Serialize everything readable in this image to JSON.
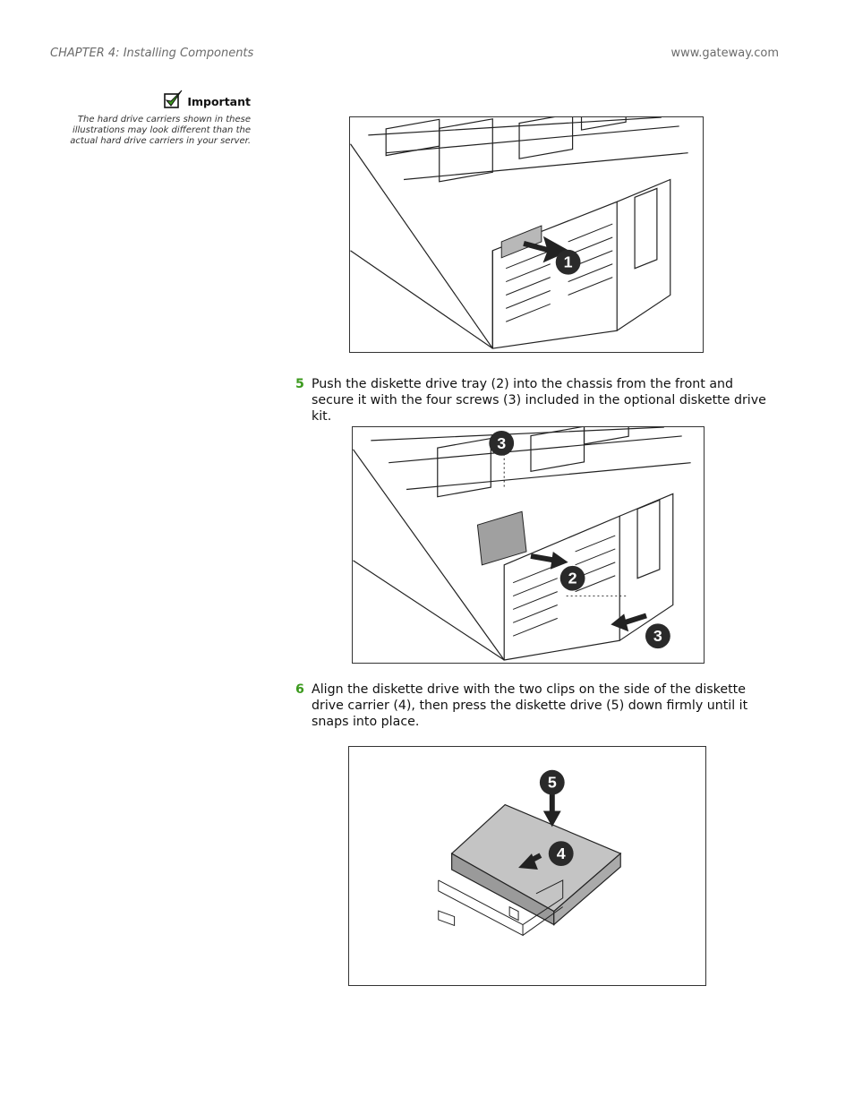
{
  "header": {
    "chapter": "CHAPTER 4: Installing Components",
    "website": "www.gateway.com"
  },
  "note": {
    "title": "Important",
    "body": "The hard drive carriers shown in these illustrations may look different than the actual hard drive carriers in your server."
  },
  "figures": [
    {
      "callouts": [
        "1"
      ]
    },
    {
      "callouts": [
        "3",
        "2",
        "3"
      ]
    },
    {
      "callouts": [
        "5",
        "4"
      ]
    }
  ],
  "steps": [
    {
      "number": "5",
      "text": "Push the diskette drive tray (2) into the chassis from the front and secure it with the four screws (3) included in the optional diskette drive kit."
    },
    {
      "number": "6",
      "text": "Align the diskette drive with the two clips on the side of the diskette drive carrier (4), then press the diskette drive (5) down firmly until it snaps into place."
    }
  ],
  "colors": {
    "step_number": "#3c9a1e",
    "header_text": "#6b6b6b",
    "callout_fill": "#2a2a2a"
  }
}
